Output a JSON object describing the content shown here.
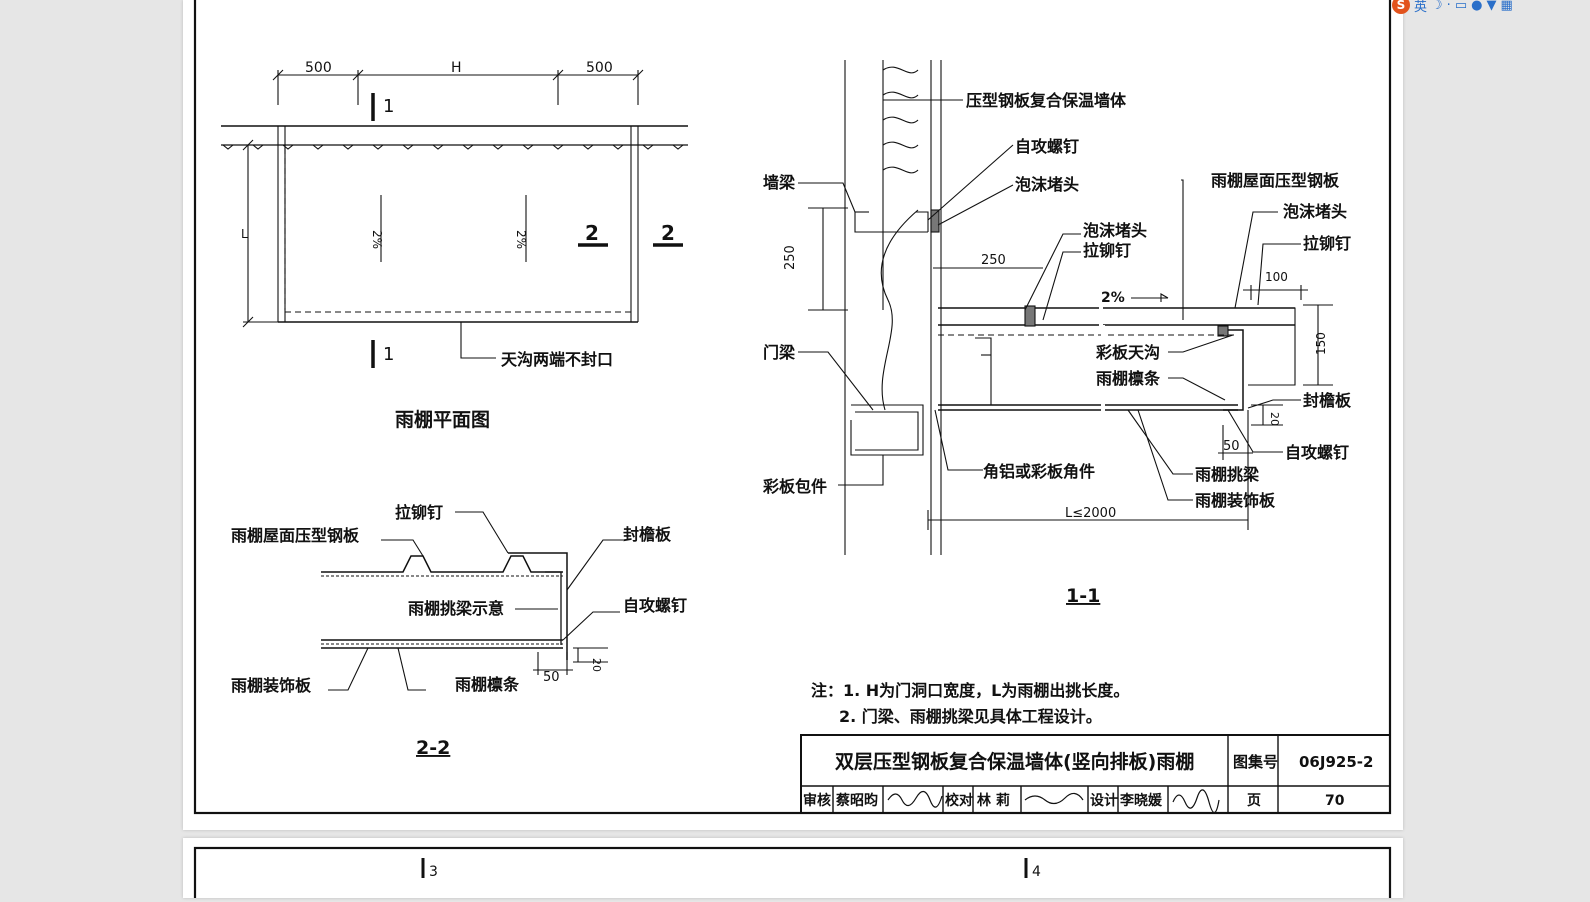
{
  "plan_view": {
    "dim_left": "500",
    "dim_mid": "H",
    "dim_right": "500",
    "dim_side": "L",
    "section_1": "1",
    "section_2": "2",
    "slope_1": "2%",
    "slope_2": "2%",
    "gutter_note": "天沟两端不封口",
    "title": "雨棚平面图"
  },
  "section_2_2": {
    "rivet": "拉铆钉",
    "roof_panel": "雨棚屋面压型钢板",
    "fascia": "封檐板",
    "beam_note": "雨棚挑梁示意",
    "screw": "自攻螺钉",
    "deco_panel": "雨棚装饰板",
    "purlin": "雨棚檩条",
    "dim_20": "20",
    "dim_50": "50",
    "title": "2-2"
  },
  "section_1_1": {
    "wall": "压型钢板复合保温墙体",
    "screw_top": "自攻螺钉",
    "foam_top": "泡沫堵头",
    "wall_beam": "墙梁",
    "roof_panel": "雨棚屋面压型钢板",
    "foam_right": "泡沫堵头",
    "foam_mid": "泡沫堵头",
    "rivet_mid": "拉铆钉",
    "rivet_right": "拉铆钉",
    "dim_250_v": "250",
    "dim_250_h": "250",
    "dim_100": "100",
    "slope": "2%",
    "dim_150": "150",
    "door_beam": "门梁",
    "gutter": "彩板天沟",
    "purlin": "雨棚檩条",
    "fascia": "封檐板",
    "dim_20": "20",
    "dim_50": "50",
    "screw_right": "自攻螺钉",
    "angle": "角铝或彩板角件",
    "beam": "雨棚挑梁",
    "wrap": "彩板包件",
    "deco": "雨棚装饰板",
    "dim_L": "L≤2000",
    "title": "1-1"
  },
  "notes": {
    "line1": "注：1. H为门洞口宽度，L为雨棚出挑长度。",
    "line2": "2. 门梁、雨棚挑梁见具体工程设计。"
  },
  "title_block": {
    "title": "双层压型钢板复合保温墙体(竖向排板)雨棚",
    "atlas_label": "图集号",
    "atlas_no": "06J925-2",
    "review": "审核",
    "reviewer": "蔡昭昀",
    "check": "校对",
    "checker": "林 莉",
    "design": "设计",
    "designer": "李晓媛",
    "page_label": "页",
    "page_no": "70"
  },
  "next_page": {
    "mark_left": "3",
    "mark_right": "4"
  },
  "ime_toolbar": {
    "logo": "S",
    "lang": "英",
    "icons": [
      "moon-icon",
      "dot-icon",
      "keyboard-icon",
      "mic-icon",
      "shirt-icon",
      "grid-icon"
    ]
  }
}
